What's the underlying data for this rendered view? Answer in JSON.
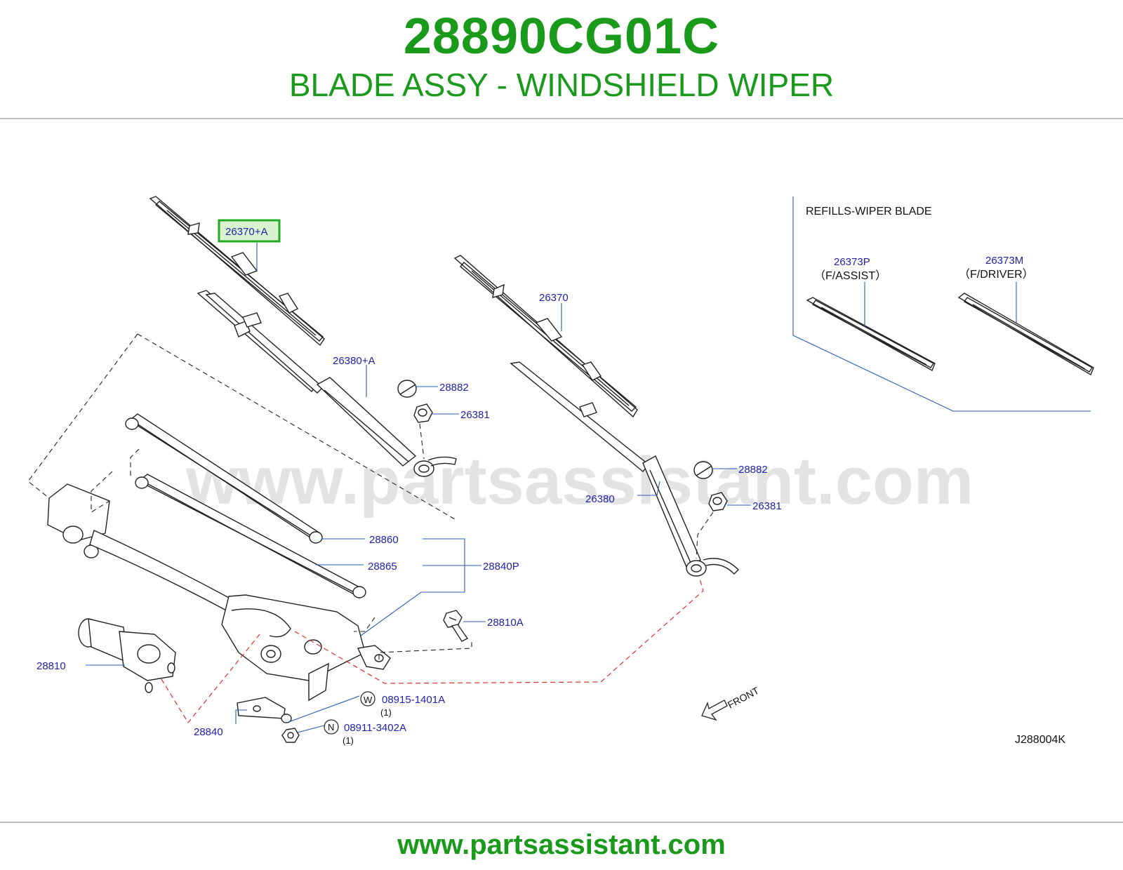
{
  "header": {
    "part_number": "28890CG01C",
    "part_name": "BLADE ASSY - WINDSHIELD WIPER"
  },
  "diagram": {
    "watermark": "www.partsassistant.com",
    "highlighted_label": "26370+A",
    "refills_title": "REFILLS-WIPER  BLADE",
    "labels": {
      "l26370": "26370",
      "l26380A": "26380+A",
      "l28882a": "28882",
      "l26381a": "26381",
      "l28882b": "28882",
      "l26380": "26380",
      "l26381b": "26381",
      "l28860": "28860",
      "l28865": "28865",
      "l28840P": "28840P",
      "l28810A": "28810A",
      "l28810": "28810",
      "l28840": "28840",
      "l08915": "08915-1401A",
      "l08915q": "(1)",
      "l08911": "08911-3402A",
      "l08911q": "(1)",
      "l26373P": "26373P",
      "lFassist": "（F/ASSIST）",
      "l26373M": "26373M",
      "lFdriver": "（F/DRIVER）",
      "front": "FRONT",
      "code": "J288004K",
      "markW": "W",
      "markN": "N"
    }
  },
  "footer": {
    "url": "www.partsassistant.com"
  },
  "colors": {
    "brand_green": "#1a9a1a",
    "label_blue": "#2222aa",
    "highlight_green": "#22aa22",
    "highlight_fill": "#d9f2d0",
    "leader_blue": "#2b5bb8",
    "dash_red": "#e03030"
  }
}
